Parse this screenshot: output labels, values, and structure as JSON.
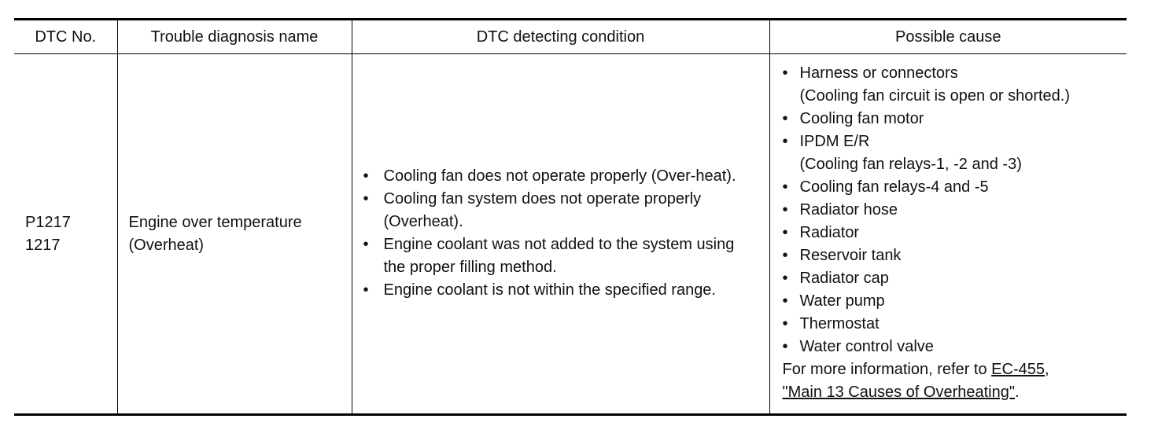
{
  "table": {
    "headers": {
      "dtc_no": "DTC No.",
      "name": "Trouble diagnosis name",
      "condition": "DTC detecting condition",
      "cause": "Possible cause"
    },
    "row": {
      "dtc_codes": [
        "P1217",
        "1217"
      ],
      "name_lines": [
        "Engine over temperature",
        "(Overheat)"
      ],
      "conditions": [
        "Cooling fan does not operate properly (Over-heat).",
        "Cooling fan system does not operate properly (Overheat).",
        "Engine coolant was not added to the system using the proper filling method.",
        "Engine coolant is not within the specified range."
      ],
      "causes": [
        {
          "text": "Harness or connectors",
          "sub": "(Cooling fan circuit is open or shorted.)"
        },
        {
          "text": "Cooling fan motor",
          "sub": ""
        },
        {
          "text": "IPDM E/R",
          "sub": "(Cooling fan relays-1, -2 and -3)"
        },
        {
          "text": "Cooling fan relays-4 and -5",
          "sub": ""
        },
        {
          "text": "Radiator hose",
          "sub": ""
        },
        {
          "text": "Radiator",
          "sub": ""
        },
        {
          "text": "Reservoir tank",
          "sub": ""
        },
        {
          "text": "Radiator cap",
          "sub": ""
        },
        {
          "text": "Water pump",
          "sub": ""
        },
        {
          "text": "Thermostat",
          "sub": ""
        },
        {
          "text": "Water control valve",
          "sub": ""
        }
      ],
      "more_info_prefix": "For more information, refer to ",
      "more_info_link_line1": "EC-455,",
      "more_info_link_line2": "\"Main 13 Causes of Overheating\"",
      "more_info_suffix": "."
    }
  },
  "bullet_glyph": "•"
}
